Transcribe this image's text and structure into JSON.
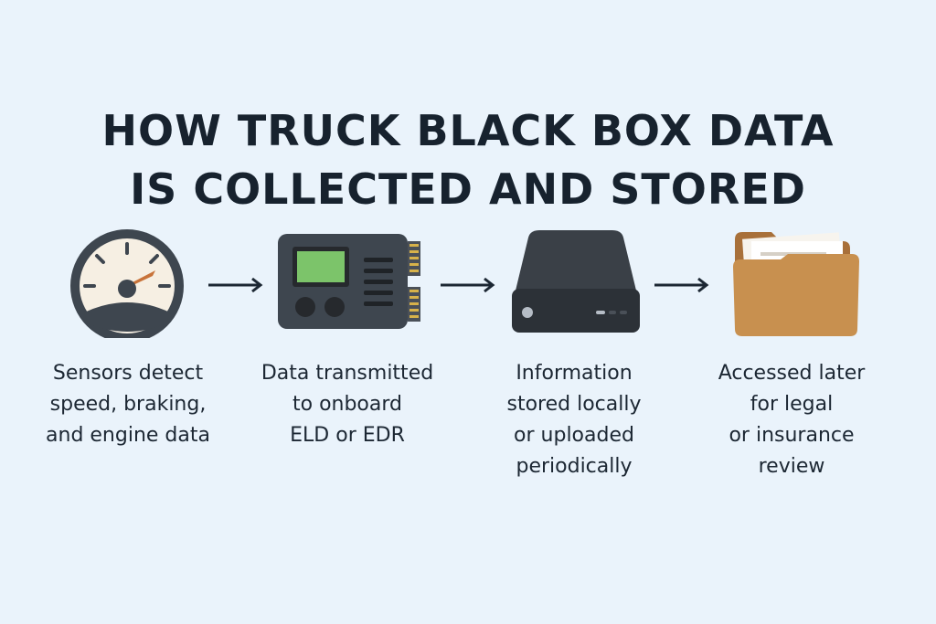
{
  "title": {
    "line1": "HOW TRUCK BLACK BOX DATA",
    "line2": "IS COLLECTED AND STORED"
  },
  "steps": [
    {
      "icon": "speedometer-icon",
      "lines": [
        "Sensors detect",
        "speed, braking,",
        "and engine data"
      ]
    },
    {
      "icon": "circuit-board-icon",
      "lines": [
        "Data transmitted",
        "to onboard",
        "ELD or EDR"
      ]
    },
    {
      "icon": "hard-drive-icon",
      "lines": [
        "Information",
        "stored locally",
        "or uploaded",
        "periodically"
      ]
    },
    {
      "icon": "folder-icon",
      "lines": [
        "Accessed later",
        "for legal",
        "or insurance",
        "review"
      ]
    }
  ],
  "colors": {
    "background": "#eaf3fb",
    "text": "#1c2733",
    "dark_device": "#3e464f",
    "screen_green": "#7cc46a",
    "needle": "#c8733a",
    "folder": "#c8904f"
  }
}
